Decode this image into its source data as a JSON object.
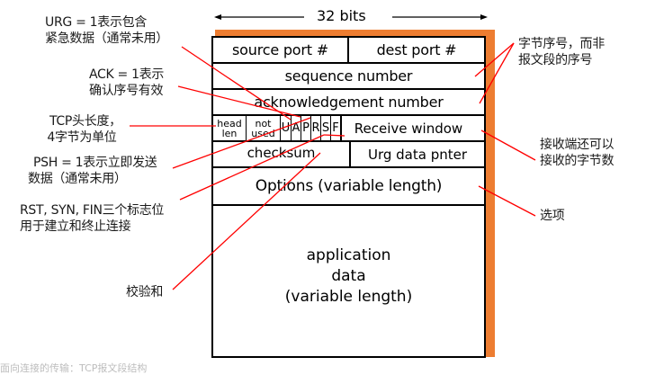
{
  "diagram": {
    "title": "TCP segment structure",
    "width_label": "32 bits",
    "colors": {
      "accent_shadow": "#ed7d31",
      "leader_lines": "#ff0000",
      "border": "#000000"
    },
    "rows": [
      {
        "cells": [
          "source port #",
          "dest port #"
        ]
      },
      {
        "cells": [
          "sequence number"
        ]
      },
      {
        "cells": [
          "acknowledgement number"
        ]
      },
      {
        "cells": [
          "head len",
          "not used",
          "U",
          "A",
          "P",
          "R",
          "S",
          "F",
          "Receive window"
        ]
      },
      {
        "cells": [
          "checksum",
          "Urg data pnter"
        ]
      },
      {
        "cells": [
          "Options (variable length)"
        ]
      }
    ],
    "head_len": {
      "line1": "head",
      "line2": "len"
    },
    "not_used": {
      "line1": "not",
      "line2": "used"
    },
    "flags": [
      "U",
      "A",
      "P",
      "R",
      "S",
      "F"
    ],
    "application_data": {
      "line1": "application",
      "line2": "data",
      "line3": "(variable length)"
    }
  },
  "annotations": {
    "urg": {
      "line1": "URG = 1表示包含",
      "line2": "紧急数据（通常未用）"
    },
    "ack": {
      "line1": "ACK = 1表示",
      "line2": "确认序号有效"
    },
    "head_len": {
      "line1": "TCP头长度，",
      "line2": "4字节为单位"
    },
    "psh": {
      "line1": "PSH = 1表示立即发送",
      "line2": "数据（通常未用）"
    },
    "rst_syn_fin": {
      "line1": "RST, SYN, FIN三个标志位",
      "line2": "用于建立和终止连接"
    },
    "checksum": {
      "line1": "校验和"
    },
    "seq_ack": {
      "line1": "字节序号，而非",
      "line2": "报文段的序号"
    },
    "receive_window": {
      "line1": "接收端还可以",
      "line2": "接收的字节数"
    },
    "options": {
      "line1": "选项"
    }
  },
  "footer": {
    "text": "面向连接的传输：TCP报文段结构"
  }
}
